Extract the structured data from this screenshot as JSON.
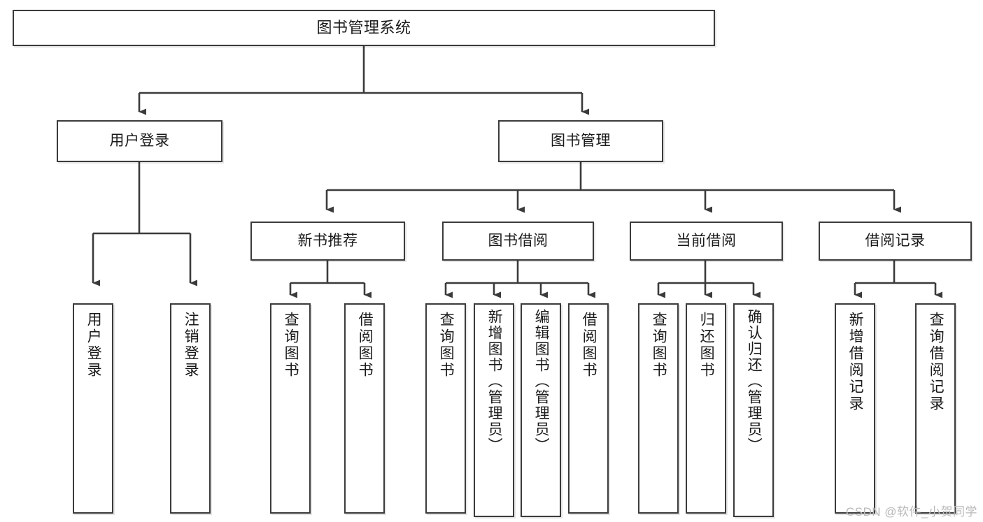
{
  "diagram": {
    "type": "tree",
    "title": "图书管理系统",
    "orientation": "top-down",
    "stroke_color": "#3b3b3b",
    "background_color": "#ffffff",
    "text_color": "#1a1a1a"
  },
  "nodes": {
    "root": {
      "label": "图书管理系统",
      "level": 0,
      "text_direction": "horizontal"
    },
    "level1": [
      {
        "id": "user-login",
        "label": "用户登录",
        "text_direction": "horizontal"
      },
      {
        "id": "book-management",
        "label": "图书管理",
        "text_direction": "horizontal"
      }
    ],
    "level2": [
      {
        "id": "new-book-recommend",
        "label": "新书推荐",
        "parent": "book-management",
        "text_direction": "horizontal"
      },
      {
        "id": "book-borrow",
        "label": "图书借阅",
        "parent": "book-management",
        "text_direction": "horizontal"
      },
      {
        "id": "current-borrow",
        "label": "当前借阅",
        "parent": "book-management",
        "text_direction": "horizontal"
      },
      {
        "id": "borrow-record",
        "label": "借阅记录",
        "parent": "book-management",
        "text_direction": "horizontal"
      }
    ],
    "leaves": [
      {
        "id": "leaf-user-login",
        "label": "用户登录",
        "parent": "user-login",
        "text_direction": "vertical"
      },
      {
        "id": "leaf-user-logout",
        "label": "注销登录",
        "parent": "user-login",
        "text_direction": "vertical"
      },
      {
        "id": "leaf-query-book-1",
        "label": "查询图书",
        "parent": "new-book-recommend",
        "text_direction": "vertical"
      },
      {
        "id": "leaf-borrow-book-1",
        "label": "借阅图书",
        "parent": "new-book-recommend",
        "text_direction": "vertical"
      },
      {
        "id": "leaf-query-book-2",
        "label": "查询图书",
        "parent": "book-borrow",
        "text_direction": "vertical"
      },
      {
        "id": "leaf-add-book",
        "label": "新增图书（管理员）",
        "parent": "book-borrow",
        "text_direction": "vertical"
      },
      {
        "id": "leaf-edit-book",
        "label": "编辑图书（管理员）",
        "parent": "book-borrow",
        "text_direction": "vertical"
      },
      {
        "id": "leaf-borrow-book-2",
        "label": "借阅图书",
        "parent": "book-borrow",
        "text_direction": "vertical"
      },
      {
        "id": "leaf-query-book-3",
        "label": "查询图书",
        "parent": "current-borrow",
        "text_direction": "vertical"
      },
      {
        "id": "leaf-return-book",
        "label": "归还图书",
        "parent": "current-borrow",
        "text_direction": "vertical"
      },
      {
        "id": "leaf-confirm-return",
        "label": "确认归还（管理员）",
        "parent": "current-borrow",
        "text_direction": "vertical"
      },
      {
        "id": "leaf-add-record",
        "label": "新增借阅记录",
        "parent": "borrow-record",
        "text_direction": "vertical"
      },
      {
        "id": "leaf-query-record",
        "label": "查询借阅记录",
        "parent": "borrow-record",
        "text_direction": "vertical"
      }
    ]
  },
  "watermark": {
    "text": "CSDN @软件_小贺同学"
  }
}
